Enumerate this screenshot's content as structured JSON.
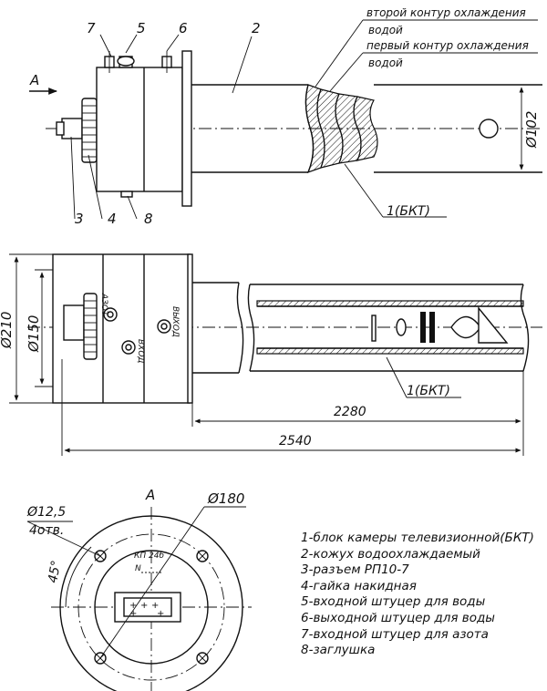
{
  "labels": {
    "callout_7": "7",
    "callout_5": "5",
    "callout_6": "6",
    "callout_2": "2",
    "callout_3": "3",
    "callout_4": "4",
    "callout_8": "8",
    "bkt_top": "1(БКТ)",
    "bkt_mid": "1(БКТ)",
    "view_arrow": "A",
    "view_title": "A",
    "cooling_outer": "второй контур охлаждения",
    "water_outer": "водой",
    "cooling_inner": "первый контур охлаждения",
    "water_inner": "водой",
    "connector_label": "КП 24б",
    "connector_n": "N",
    "port_nitrogen": "АЗОТ",
    "port_in": "ВХОД",
    "port_out": "ВЫХОД"
  },
  "dimensions": {
    "d102": "Ø102",
    "d210": "Ø210",
    "d150": "Ø150",
    "len_2280": "2280",
    "len_2540": "2540",
    "d180": "Ø180",
    "d12_5": "Ø12,5",
    "holes": "4отв.",
    "angle": "45°"
  },
  "legend": [
    "1-блок камеры телевизионной(БКТ)",
    "2-кожух водоохлаждаемый",
    "3-разъем РП10-7",
    "4-гайка накидная",
    "5-входной штуцер для воды",
    "6-выходной штуцер для воды",
    "7-входной штуцер для азота",
    "8-заглушка"
  ]
}
